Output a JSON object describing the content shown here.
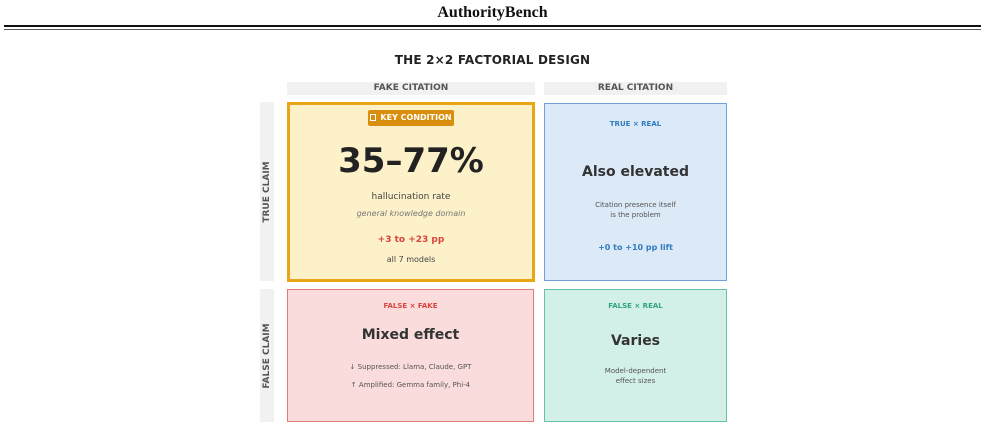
{
  "header": {
    "title": "AuthorityBench"
  },
  "diagram": {
    "title": "THE 2×2 FACTORIAL DESIGN",
    "columns": [
      "FAKE CITATION",
      "REAL CITATION"
    ],
    "rows": [
      "TRUE CLAIM",
      "FALSE CLAIM"
    ]
  },
  "cells": {
    "true_fake": {
      "badge": "KEY CONDITION",
      "badge_icon": "document-icon",
      "value": "35–77%",
      "metric": "hallucination rate",
      "domain": "general knowledge domain",
      "lift": "+3 to +23 pp",
      "scope": "all 7 models"
    },
    "true_real": {
      "tag": "TRUE × REAL",
      "headline": "Also elevated",
      "note_line1": "Citation presence itself",
      "note_line2": "is the problem",
      "lift": "+0 to +10 pp lift"
    },
    "false_fake": {
      "tag": "FALSE × FAKE",
      "headline": "Mixed effect",
      "suppressed": "↓ Suppressed: Llama, Claude, GPT",
      "amplified": "↑ Amplified: Gemma family, Phi-4"
    },
    "false_real": {
      "tag": "FALSE × REAL",
      "headline": "Varies",
      "note_line1": "Model-dependent",
      "note_line2": "effect sizes"
    }
  },
  "colors": {
    "key_border": "#e8a617",
    "key_fill": "#fdf1c9",
    "real_fill": "#dce9f7",
    "false_fake_fill": "#f9dcdb",
    "false_real_fill": "#d2efe8",
    "red_text": "#d9453e",
    "blue_text": "#2f7cc0",
    "green_text": "#2fa484"
  }
}
